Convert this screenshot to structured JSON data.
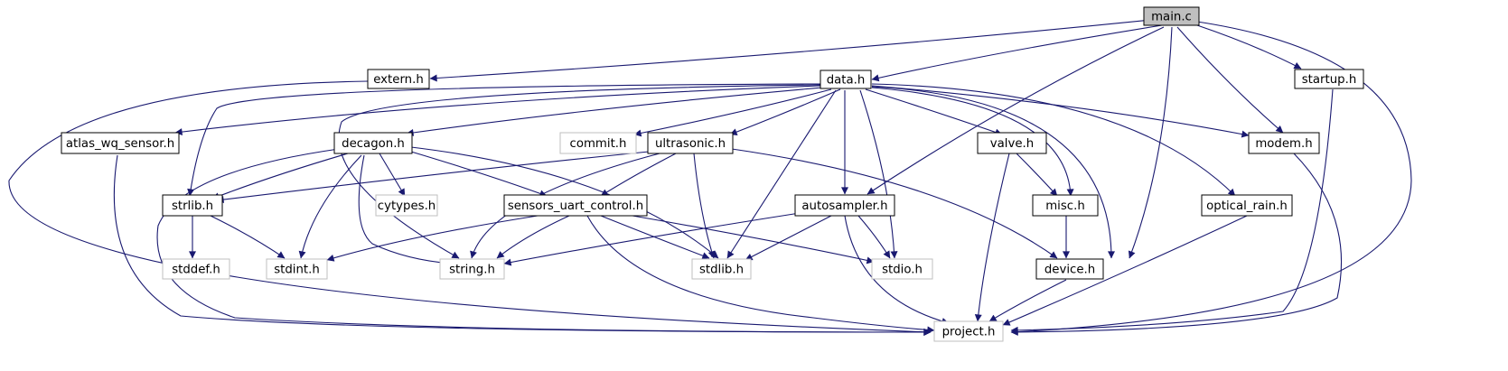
{
  "graph": {
    "colors": {
      "edge": "#191970",
      "root_fill": "#bfbfbf",
      "documented_border": "#000000",
      "undocumented_border": "#bfbfbf"
    },
    "nodes": {
      "main_c": {
        "label": "main.c",
        "kind": "root"
      },
      "extern_h": {
        "label": "extern.h",
        "kind": "documented"
      },
      "data_h": {
        "label": "data.h",
        "kind": "documented"
      },
      "startup_h": {
        "label": "startup.h",
        "kind": "documented"
      },
      "atlas_wq_sensor_h": {
        "label": "atlas_wq_sensor.h",
        "kind": "documented"
      },
      "decagon_h": {
        "label": "decagon.h",
        "kind": "documented"
      },
      "commit_h": {
        "label": "commit.h",
        "kind": "undocumented"
      },
      "ultrasonic_h": {
        "label": "ultrasonic.h",
        "kind": "documented"
      },
      "valve_h": {
        "label": "valve.h",
        "kind": "documented"
      },
      "modem_h": {
        "label": "modem.h",
        "kind": "documented"
      },
      "strlib_h": {
        "label": "strlib.h",
        "kind": "documented"
      },
      "cytypes_h": {
        "label": "cytypes.h",
        "kind": "undocumented"
      },
      "sensors_uart_control_h": {
        "label": "sensors_uart_control.h",
        "kind": "documented"
      },
      "autosampler_h": {
        "label": "autosampler.h",
        "kind": "documented"
      },
      "misc_h": {
        "label": "misc.h",
        "kind": "documented"
      },
      "optical_rain_h": {
        "label": "optical_rain.h",
        "kind": "documented"
      },
      "stddef_h": {
        "label": "stddef.h",
        "kind": "undocumented"
      },
      "stdint_h": {
        "label": "stdint.h",
        "kind": "undocumented"
      },
      "string_h": {
        "label": "string.h",
        "kind": "undocumented"
      },
      "stdlib_h": {
        "label": "stdlib.h",
        "kind": "undocumented"
      },
      "stdio_h": {
        "label": "stdio.h",
        "kind": "undocumented"
      },
      "device_h": {
        "label": "device.h",
        "kind": "documented"
      },
      "project_h": {
        "label": "project.h",
        "kind": "undocumented"
      }
    }
  }
}
